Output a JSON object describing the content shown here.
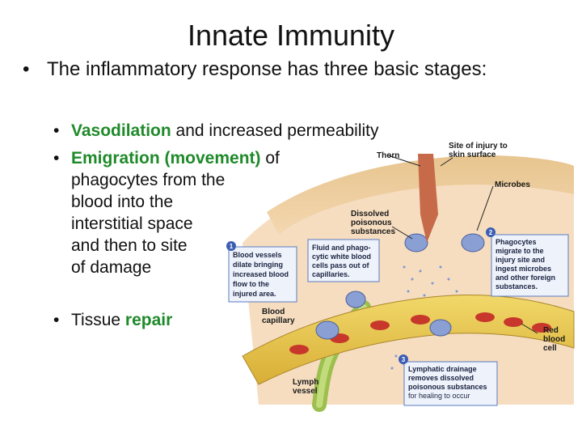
{
  "title": "Innate Immunity",
  "intro": "The inflammatory response has three basic stages:",
  "stages": [
    {
      "highlight": "Vasodilation",
      "rest": " and increased permeability"
    },
    {
      "highlight": "Emigration (movement)",
      "rest": " of",
      "continuation": [
        "phagocytes from the",
        "blood into the",
        "interstitial space",
        "and then to site",
        "of damage"
      ]
    },
    {
      "prefix": "Tissue ",
      "highlight": "repair"
    }
  ],
  "figure": {
    "labels": {
      "site_of_injury": [
        "Site of injury to",
        "skin surface"
      ],
      "thorn": "Thorn",
      "microbes": "Microbes",
      "dissolved": [
        "Dissolved",
        "poisonous",
        "substances"
      ],
      "blood_capillary": [
        "Blood",
        "capillary"
      ],
      "red_blood_cell": [
        "Red",
        "blood",
        "cell"
      ],
      "lymph_vessel": [
        "Lymph",
        "vessel"
      ]
    },
    "boxes": [
      {
        "num": "1",
        "lines": [
          "Blood vessels",
          "dilate bringing",
          "increased blood",
          "flow to the",
          "injured area."
        ]
      },
      {
        "num": "",
        "lines": [
          "Fluid and phago-",
          "cytic white blood",
          "cells pass out of",
          "capillaries."
        ]
      },
      {
        "num": "2",
        "lines": [
          "Phagocytes",
          "migrate to the",
          "injury site and",
          "ingest microbes",
          "and other foreign",
          "substances."
        ]
      },
      {
        "num": "3",
        "lines": [
          "Lymphatic drainage",
          "removes dissolved",
          "poisonous substances",
          "for healing to occur"
        ]
      }
    ]
  },
  "colors": {
    "highlight": "#1f8a2a",
    "capillary": "#e8c84a",
    "tissue": "#f2cfa2",
    "box_fill": "#eef2fb",
    "box_border": "#5a7cc0",
    "badge": "#3b5db3"
  }
}
